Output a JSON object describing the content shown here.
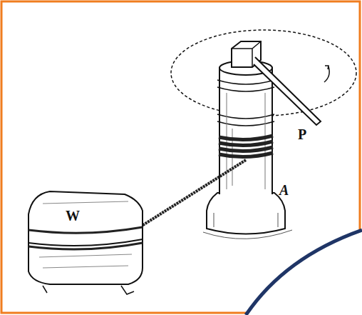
{
  "diagram": {
    "labels": [
      "W",
      "P",
      "A"
    ]
  }
}
